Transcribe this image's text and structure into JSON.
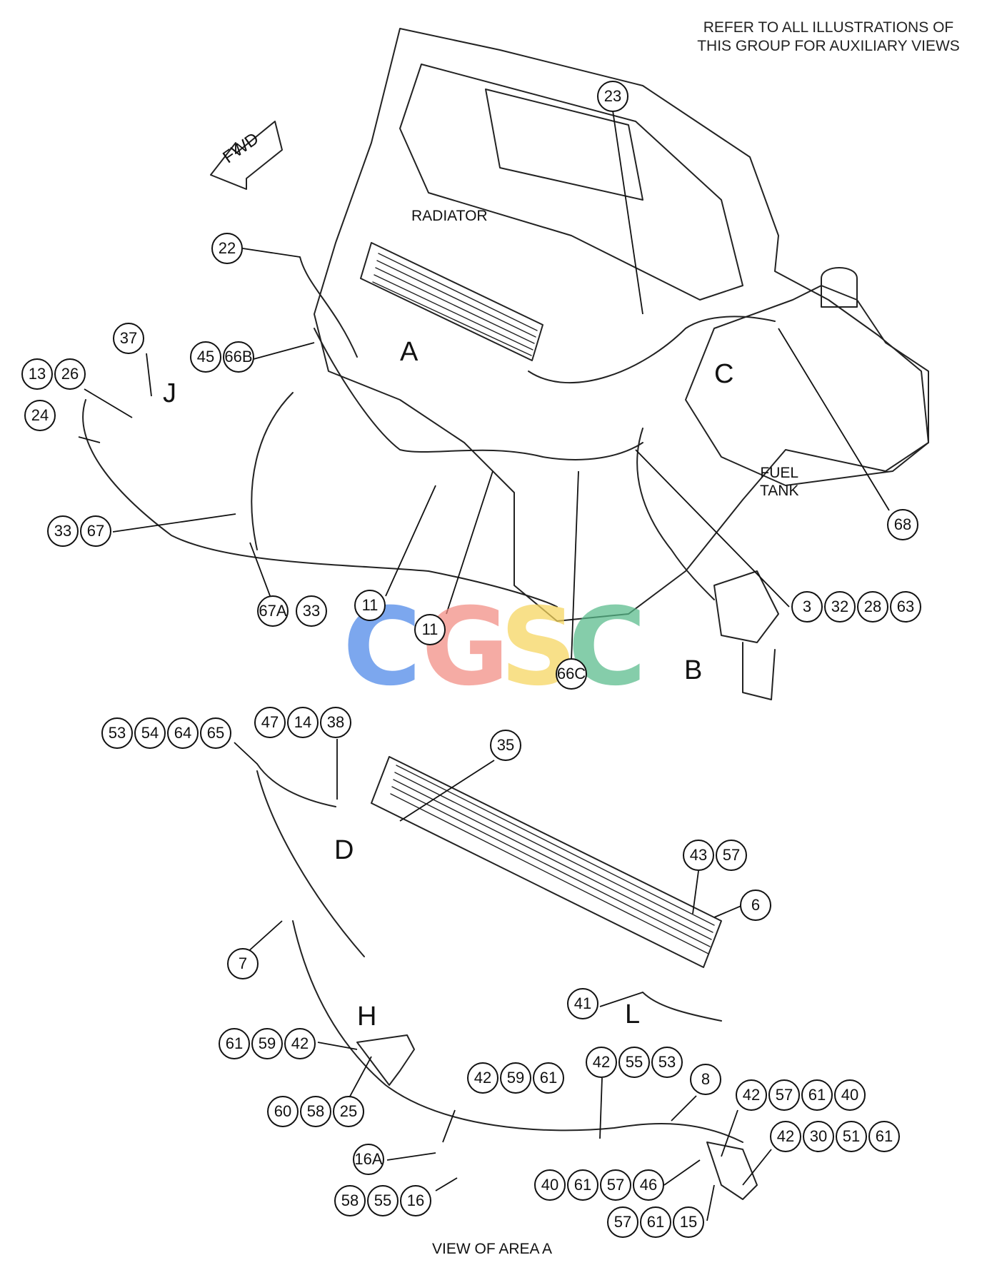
{
  "header": {
    "note_line1": "REFER TO ALL ILLUSTRATIONS OF",
    "note_line2": "THIS GROUP FOR AUXILIARY VIEWS"
  },
  "labels": {
    "fwd": "FWD",
    "radiator": "RADIATOR",
    "fuel_tank_line1": "FUEL",
    "fuel_tank_line2": "TANK",
    "view_caption": "VIEW OF AREA A"
  },
  "view_letters": {
    "A": "A",
    "B": "B",
    "C": "C",
    "D": "D",
    "H": "H",
    "J": "J",
    "L": "L"
  },
  "watermark": {
    "letters": [
      "C",
      "G",
      "S",
      "C"
    ],
    "colors": [
      "#4a86e8",
      "#f28b82",
      "#f6d55c",
      "#57bb8a"
    ]
  },
  "callouts": {
    "c23": "23",
    "c22": "22",
    "c37": "37",
    "c45": "45",
    "c66B": "66B",
    "c13": "13",
    "c26": "26",
    "c24": "24",
    "c33a": "33",
    "c67": "67",
    "c67A": "67A",
    "c33b": "33",
    "c11a": "11",
    "c11b": "11",
    "c66C": "66C",
    "c68": "68",
    "c3": "3",
    "c32": "32",
    "c28": "28",
    "c63": "63",
    "c53": "53",
    "c54": "54",
    "c64": "64",
    "c65": "65",
    "c47": "47",
    "c14": "14",
    "c38": "38",
    "c35": "35",
    "c43": "43",
    "c57a": "57",
    "c6": "6",
    "c7": "7",
    "c41": "41",
    "c61a": "61",
    "c59a": "59",
    "c42a": "42",
    "c60": "60",
    "c58a": "58",
    "c25": "25",
    "c42b": "42",
    "c59b": "59",
    "c61b": "61",
    "c42c": "42",
    "c55a": "55",
    "c53b": "53",
    "c8": "8",
    "c42d": "42",
    "c57b": "57",
    "c61c": "61",
    "c40a": "40",
    "c42e": "42",
    "c30": "30",
    "c51": "51",
    "c61d": "61",
    "c16A": "16A",
    "c58b": "58",
    "c55b": "55",
    "c16": "16",
    "c40b": "40",
    "c61e": "61",
    "c57c": "57",
    "c46": "46",
    "c57d": "57",
    "c61f": "61",
    "c15": "15"
  }
}
